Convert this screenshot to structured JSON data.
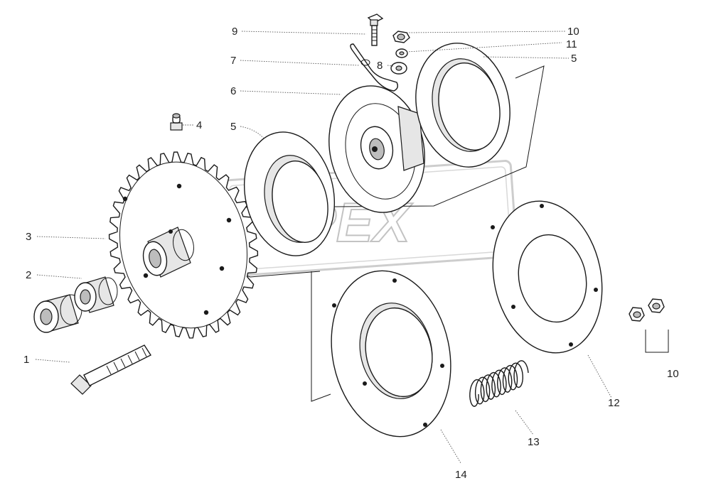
{
  "watermark": "OPEX",
  "callouts": [
    {
      "id": "c1",
      "label": "1"
    },
    {
      "id": "c2",
      "label": "2"
    },
    {
      "id": "c3",
      "label": "3"
    },
    {
      "id": "c4",
      "label": "4"
    },
    {
      "id": "c5a",
      "label": "5"
    },
    {
      "id": "c5b",
      "label": "5"
    },
    {
      "id": "c6",
      "label": "6"
    },
    {
      "id": "c7",
      "label": "7"
    },
    {
      "id": "c8",
      "label": "8"
    },
    {
      "id": "c9",
      "label": "9"
    },
    {
      "id": "c10a",
      "label": "10"
    },
    {
      "id": "c10b",
      "label": "10"
    },
    {
      "id": "c11",
      "label": "11"
    },
    {
      "id": "c12",
      "label": "12"
    },
    {
      "id": "c13",
      "label": "13"
    },
    {
      "id": "c14",
      "label": "14"
    }
  ]
}
